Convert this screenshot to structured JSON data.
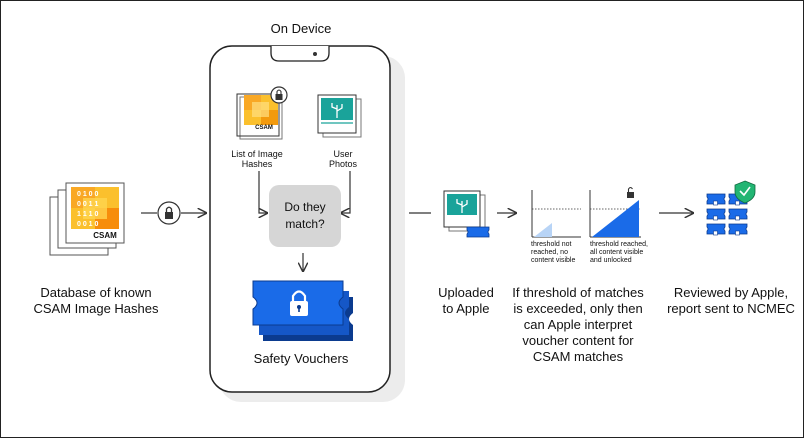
{
  "on_device_title": "On Device",
  "database": {
    "label": "Database of known\nCSAM Image Hashes",
    "card_tag": "CSAM",
    "bits": [
      "0 1 0 0",
      "0 0 1 1",
      "1 1 1 0",
      "0 0 1 0"
    ]
  },
  "phone": {
    "hash_list_label": "List of Image\nHashes",
    "hash_list_tag": "CSAM",
    "user_photos_label": "User\nPhotos",
    "decision_text": "Do they\nmatch?",
    "vouchers_label": "Safety Vouchers"
  },
  "uploaded_label": "Uploaded\nto Apple",
  "threshold": {
    "not_reached_caption": "threshold not\nreached, no\ncontent visible",
    "reached_caption": "threshold reached,\nall content visible\nand unlocked",
    "label": "If threshold of matches\nis exceeded, only then\ncan Apple interpret\nvoucher content for\nCSAM matches"
  },
  "review_label": "Reviewed by Apple,\nreport sent to NCMEC",
  "colors": {
    "accent_blue": "#1a6be8",
    "dark_blue": "#0b3b8f",
    "teal": "#1aa39a",
    "shield_green": "#22b573",
    "hash_yellow": "#fbc02d",
    "hash_orange": "#f57c00",
    "decision_gray": "#d6d6d6"
  },
  "icons": [
    "lock-icon",
    "arrow-right-icon",
    "arrow-down-icon",
    "photo-icon",
    "voucher-icon",
    "shield-check-icon"
  ]
}
